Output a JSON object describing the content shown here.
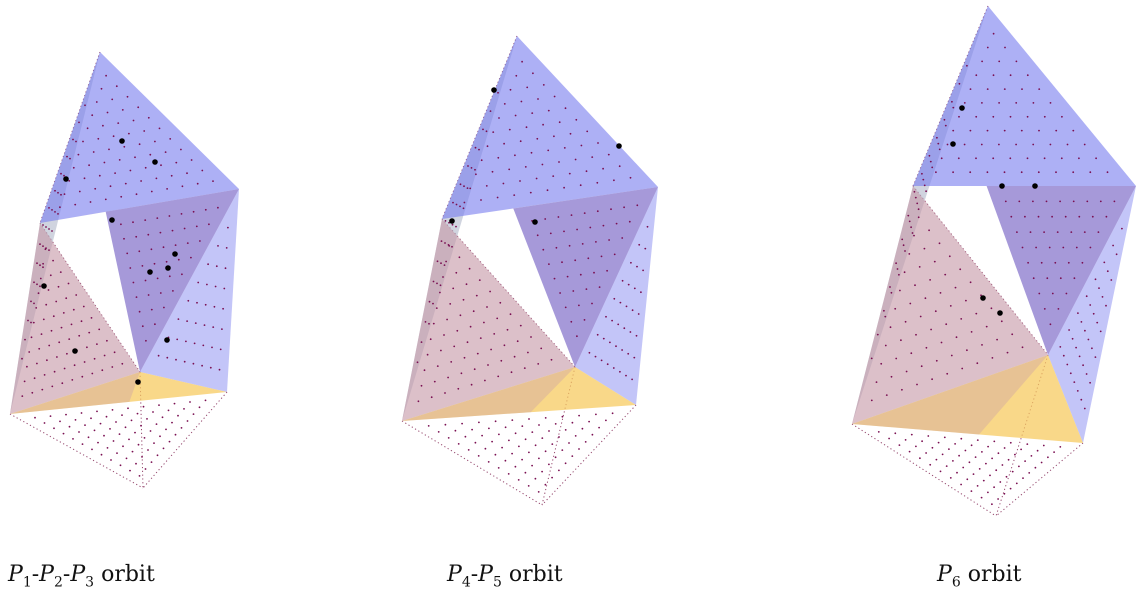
{
  "captions": [
    {
      "parts": [
        {
          "var": "P",
          "sub": "1"
        },
        {
          "text": "-"
        },
        {
          "var": "P",
          "sub": "2"
        },
        {
          "text": "-"
        },
        {
          "var": "P",
          "sub": "3"
        },
        {
          "text": " orbit"
        }
      ]
    },
    {
      "parts": [
        {
          "var": "P",
          "sub": "4"
        },
        {
          "text": "-"
        },
        {
          "var": "P",
          "sub": "5"
        },
        {
          "text": " orbit"
        }
      ]
    },
    {
      "parts": [
        {
          "var": "P",
          "sub": "6"
        },
        {
          "text": " orbit"
        }
      ]
    }
  ],
  "colors": {
    "blue_face": "#7b7fef",
    "dark_blue_face": "#6a55c0",
    "pink_face": "#c79aa8",
    "gray_face": "#aab0c4",
    "yellow_face": "#f6c95c",
    "lattice_dot": "#7a0f52",
    "orbit_point": "#000000",
    "wire": "#7a1a4a"
  }
}
